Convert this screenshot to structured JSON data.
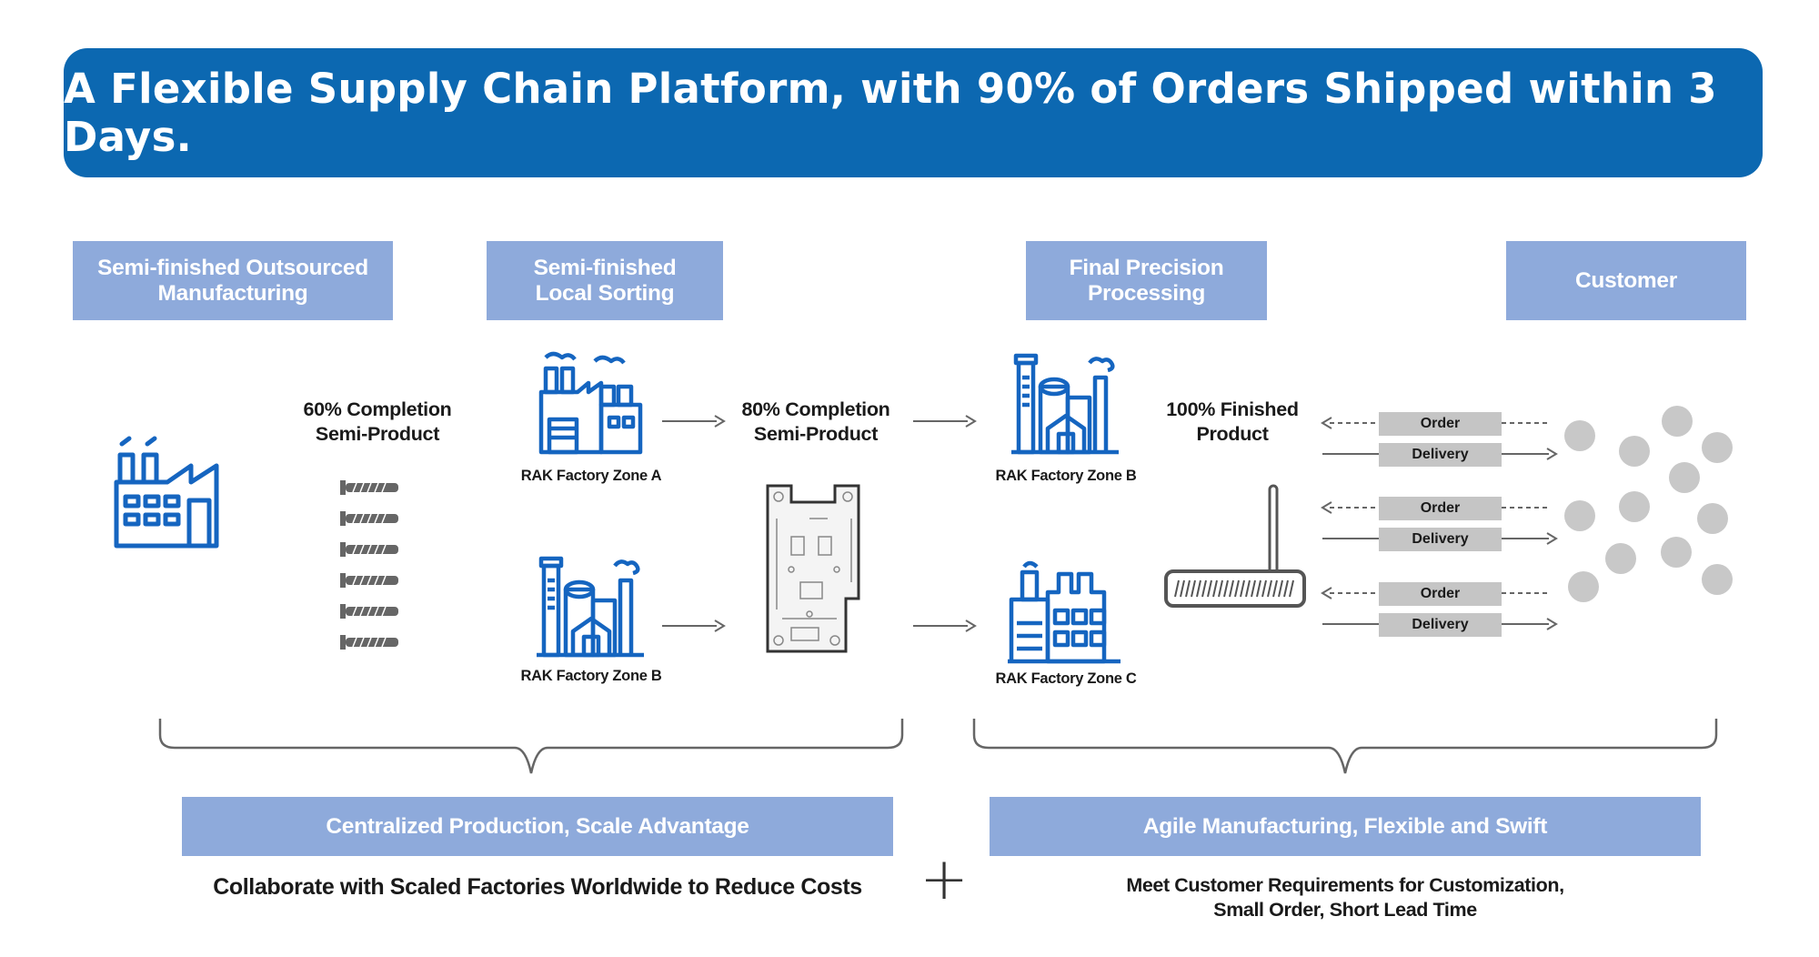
{
  "banner": {
    "title": "A Flexible Supply Chain Platform, with 90% of Orders Shipped within 3 Days."
  },
  "stages": {
    "outsourced": "Semi-finished Outsourced\nManufacturing",
    "local_sorting": "Semi-finished\nLocal Sorting",
    "final_processing": "Final Precision\nProcessing",
    "customer": "Customer"
  },
  "products": {
    "p60": "60% Completion\nSemi-Product",
    "p80": "80% Completion\nSemi-Product",
    "p100": "100% Finished\nProduct"
  },
  "factories": {
    "zone_a": "RAK Factory Zone A",
    "zone_b_left": "RAK Factory Zone B",
    "zone_b_right": "RAK Factory Zone B",
    "zone_c": "RAK Factory Zone C"
  },
  "flows": [
    {
      "order": "Order",
      "delivery": "Delivery"
    },
    {
      "order": "Order",
      "delivery": "Delivery"
    },
    {
      "order": "Order",
      "delivery": "Delivery"
    }
  ],
  "summaries": {
    "left_title": "Centralized Production, Scale Advantage",
    "left_text": "Collaborate with Scaled Factories Worldwide to Reduce Costs",
    "plus": "+",
    "right_title": "Agile Manufacturing, Flexible and Swift",
    "right_text": "Meet Customer Requirements for Customization,\nSmall Order, Short Lead Time"
  },
  "colors": {
    "banner": "#0c68b1",
    "stage_box": "#8eaadb",
    "icon_blue": "#1565c0",
    "flow_box": "#c5c5c5",
    "customer_dot": "#c8c8c8"
  }
}
